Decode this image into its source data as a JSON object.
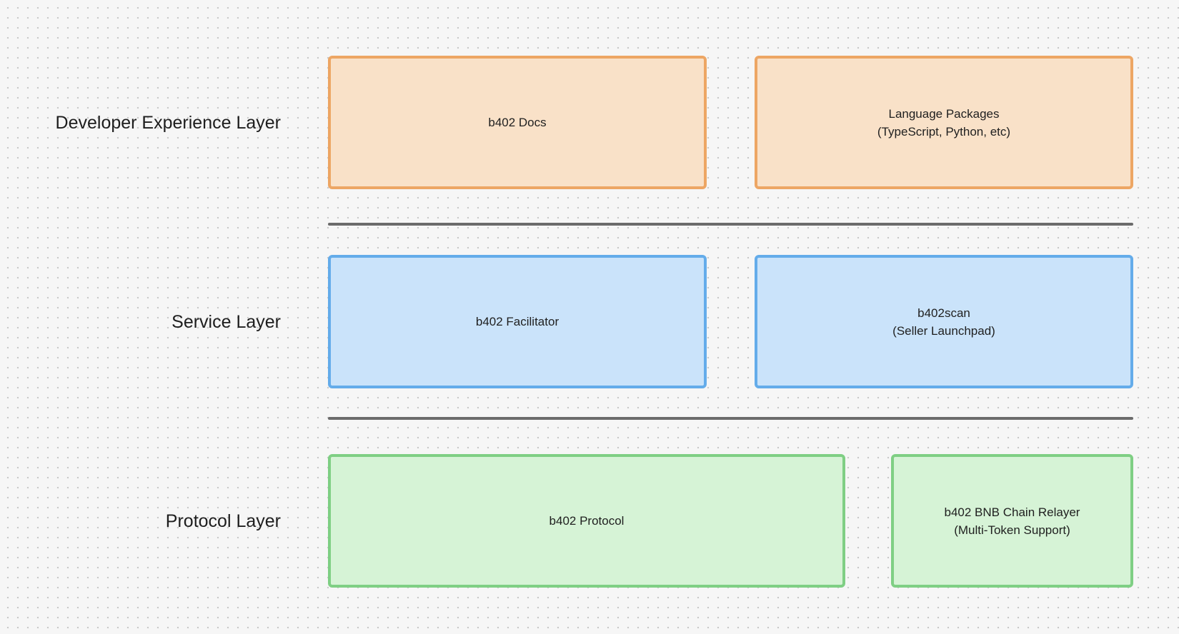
{
  "layers": [
    {
      "label": "Developer Experience Layer",
      "color": "#eda664",
      "boxes": [
        {
          "line1": "b402 Docs",
          "line2": ""
        },
        {
          "line1": "Language Packages",
          "line2": "(TypeScript, Python, etc)"
        }
      ]
    },
    {
      "label": "Service Layer",
      "color": "#64acea",
      "boxes": [
        {
          "line1": "b402 Facilitator",
          "line2": ""
        },
        {
          "line1": "b402scan",
          "line2": "(Seller Launchpad)"
        }
      ]
    },
    {
      "label": "Protocol Layer",
      "color": "#7fcf84",
      "boxes": [
        {
          "line1": "b402 Protocol",
          "line2": ""
        },
        {
          "line1": "b402 BNB Chain Relayer",
          "line2": "(Multi-Token Support)"
        }
      ]
    }
  ]
}
